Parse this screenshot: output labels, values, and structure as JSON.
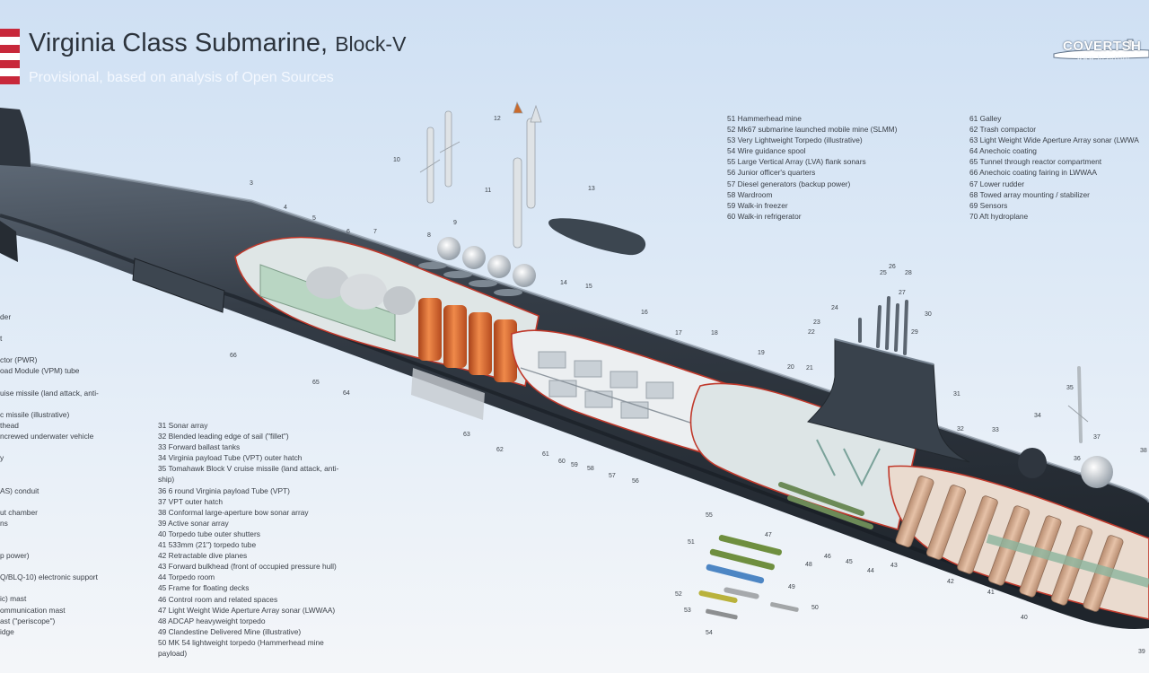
{
  "header": {
    "title": "Virginia Class Submarine,",
    "title_suffix": "Block-V",
    "subtitle": "Provisional, based on analysis of Open Sources",
    "logo_text": "COVERTSH",
    "logo_url": "www.hisutton"
  },
  "legend_left": [
    {
      "num": "",
      "text": "der"
    },
    {
      "num": "",
      "text": ""
    },
    {
      "num": "",
      "text": "t"
    },
    {
      "num": "",
      "text": ""
    },
    {
      "num": "",
      "text": "ctor (PWR)"
    },
    {
      "num": "",
      "text": "oad Module (VPM) tube"
    },
    {
      "num": "",
      "text": ""
    },
    {
      "num": "",
      "text": "uise missile (land attack, anti-"
    },
    {
      "num": "",
      "text": ""
    },
    {
      "num": "",
      "text": "c missile (illustrative)"
    },
    {
      "num": "",
      "text": "thead"
    },
    {
      "num": "",
      "text": "ncrewed underwater vehicle"
    },
    {
      "num": "",
      "text": ""
    },
    {
      "num": "",
      "text": "y"
    },
    {
      "num": "",
      "text": ""
    },
    {
      "num": "",
      "text": ""
    },
    {
      "num": "",
      "text": "AS) conduit"
    },
    {
      "num": "",
      "text": ""
    },
    {
      "num": "",
      "text": "ut chamber"
    },
    {
      "num": "",
      "text": "ns"
    },
    {
      "num": "",
      "text": ""
    },
    {
      "num": "",
      "text": ""
    },
    {
      "num": "",
      "text": "p power)"
    },
    {
      "num": "",
      "text": ""
    },
    {
      "num": "",
      "text": "Q/BLQ-10) electronic support"
    },
    {
      "num": "",
      "text": ""
    },
    {
      "num": "",
      "text": "ic) mast"
    },
    {
      "num": "",
      "text": "ommunication mast"
    },
    {
      "num": "",
      "text": "ast (\"periscope\")"
    },
    {
      "num": "",
      "text": "idge"
    }
  ],
  "legend_mid": [
    {
      "num": "31",
      "text": "Sonar array"
    },
    {
      "num": "32",
      "text": "Blended leading edge of sail (\"fillet\")"
    },
    {
      "num": "33",
      "text": "Forward ballast tanks"
    },
    {
      "num": "34",
      "text": "Virginia payload Tube (VPT) outer hatch"
    },
    {
      "num": "35",
      "text": "Tomahawk Block V cruise missile (land attack, anti-ship)"
    },
    {
      "num": "36",
      "text": "6 round Virginia payload Tube (VPT)"
    },
    {
      "num": "37",
      "text": "VPT outer hatch"
    },
    {
      "num": "38",
      "text": "Conformal large-aperture bow sonar array"
    },
    {
      "num": "39",
      "text": "Active sonar array"
    },
    {
      "num": "40",
      "text": "Torpedo tube outer shutters"
    },
    {
      "num": "41",
      "text": "533mm (21\") torpedo tube"
    },
    {
      "num": "42",
      "text": "Retractable dive planes"
    },
    {
      "num": "43",
      "text": "Forward bulkhead (front of occupied pressure hull)"
    },
    {
      "num": "44",
      "text": "Torpedo room"
    },
    {
      "num": "45",
      "text": "Frame for floating decks"
    },
    {
      "num": "46",
      "text": "Control room and related spaces"
    },
    {
      "num": "47",
      "text": "Light Weight Wide Aperture Array sonar (LWWAA)"
    },
    {
      "num": "48",
      "text": "ADCAP heavyweight torpedo"
    },
    {
      "num": "49",
      "text": "Clandestine Delivered Mine (illustrative)"
    },
    {
      "num": "50",
      "text": "MK 54 lightweight torpedo (Hammerhead mine payload)"
    }
  ],
  "legend_right1": [
    {
      "num": "51",
      "text": "Hammerhead mine"
    },
    {
      "num": "52",
      "text": "Mk67 submarine launched mobile mine (SLMM)"
    },
    {
      "num": "53",
      "text": "Very Lightweight Torpedo (illustrative)"
    },
    {
      "num": "54",
      "text": "Wire guidance spool"
    },
    {
      "num": "55",
      "text": "Large Vertical Array (LVA) flank sonars"
    },
    {
      "num": "56",
      "text": "Junior officer's quarters"
    },
    {
      "num": "57",
      "text": "Diesel generators (backup power)"
    },
    {
      "num": "58",
      "text": "Wardroom"
    },
    {
      "num": "59",
      "text": "Walk-in freezer"
    },
    {
      "num": "60",
      "text": "Walk-in refrigerator"
    }
  ],
  "legend_right2": [
    {
      "num": "61",
      "text": "Galley"
    },
    {
      "num": "62",
      "text": "Trash compactor"
    },
    {
      "num": "63",
      "text": "Light Weight Wide Aperture Array sonar (LWWA"
    },
    {
      "num": "64",
      "text": "Anechoic coating"
    },
    {
      "num": "65",
      "text": "Tunnel through reactor compartment"
    },
    {
      "num": "66",
      "text": "Anechoic coating fairing in LWWAA"
    },
    {
      "num": "67",
      "text": "Lower rudder"
    },
    {
      "num": "68",
      "text": "Towed array mounting / stabilizer"
    },
    {
      "num": "69",
      "text": "Sensors"
    },
    {
      "num": "70",
      "text": "Aft hydroplane"
    }
  ],
  "callouts": [
    "3",
    "4",
    "5",
    "6",
    "7",
    "8",
    "9",
    "10",
    "11",
    "12",
    "13",
    "14",
    "15",
    "16",
    "17",
    "18",
    "19",
    "20",
    "21",
    "22",
    "23",
    "24",
    "25",
    "26",
    "27",
    "28",
    "29",
    "30",
    "31",
    "32",
    "33",
    "34",
    "35",
    "36",
    "37",
    "38",
    "39",
    "40",
    "41",
    "42",
    "43",
    "44",
    "45",
    "46",
    "47",
    "48",
    "49",
    "50",
    "51",
    "52",
    "53",
    "54",
    "55",
    "56",
    "57",
    "58",
    "59",
    "60",
    "61",
    "62",
    "63",
    "64",
    "65",
    "66"
  ],
  "colors": {
    "hull": "#2f3741",
    "hull_highlight": "#5c6775",
    "section_outline": "#c0392b",
    "reactor_interior": "#b9d6c3",
    "missile_tubes": "#d9622b",
    "frames": "#c99f84",
    "flag_red": "#c8283a",
    "flag_blue": "#2b3f7a"
  }
}
